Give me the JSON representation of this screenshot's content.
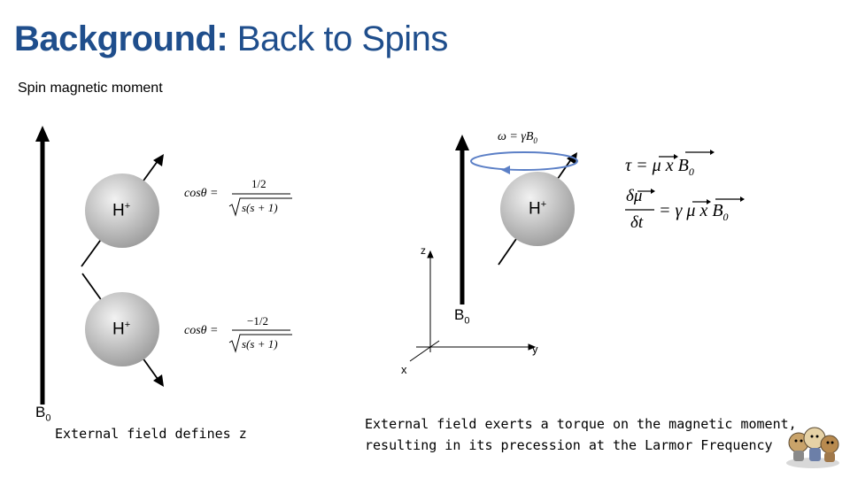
{
  "slide": {
    "title_bold": "Background:",
    "title_rest": " Back to Spins",
    "subtitle": "Spin magnetic moment"
  },
  "left": {
    "h_label": "H",
    "h_sup": "+",
    "field_label": "B",
    "field_sub": "0",
    "eq1_lhs": "cosθ =",
    "eq1_num": "1/2",
    "eq1_den": "s(s + 1)",
    "eq2_lhs": "cosθ =",
    "eq2_num": "−1/2",
    "eq2_den": "s(s + 1)",
    "caption": "External field defines z"
  },
  "right": {
    "omega_eq": "ω = γB",
    "omega_sub": "0",
    "h_label": "H",
    "h_sup": "+",
    "field_label": "B",
    "field_sub": "0",
    "axis_z": "z",
    "axis_y": "y",
    "axis_x": "x",
    "torque_lhs": "τ =",
    "torque_mu": "μ",
    "torque_x": " x ",
    "torque_B": "B",
    "torque_sub": "0",
    "deriv_num": "δμ",
    "deriv_den": "δt",
    "deriv_rhs_gamma": "= γ",
    "deriv_mu": "μ",
    "deriv_x": " x ",
    "deriv_B": "B",
    "deriv_sub": "0",
    "caption_line1": "External field exerts a torque on the magnetic moment,",
    "caption_line2": "resulting in its precession at the Larmor Frequency"
  },
  "colors": {
    "title": "#1f4e8c",
    "precession_ring": "#5b7fc6",
    "sphere_light": "#f2f2f2",
    "sphere_dark": "#9a9a9a"
  }
}
